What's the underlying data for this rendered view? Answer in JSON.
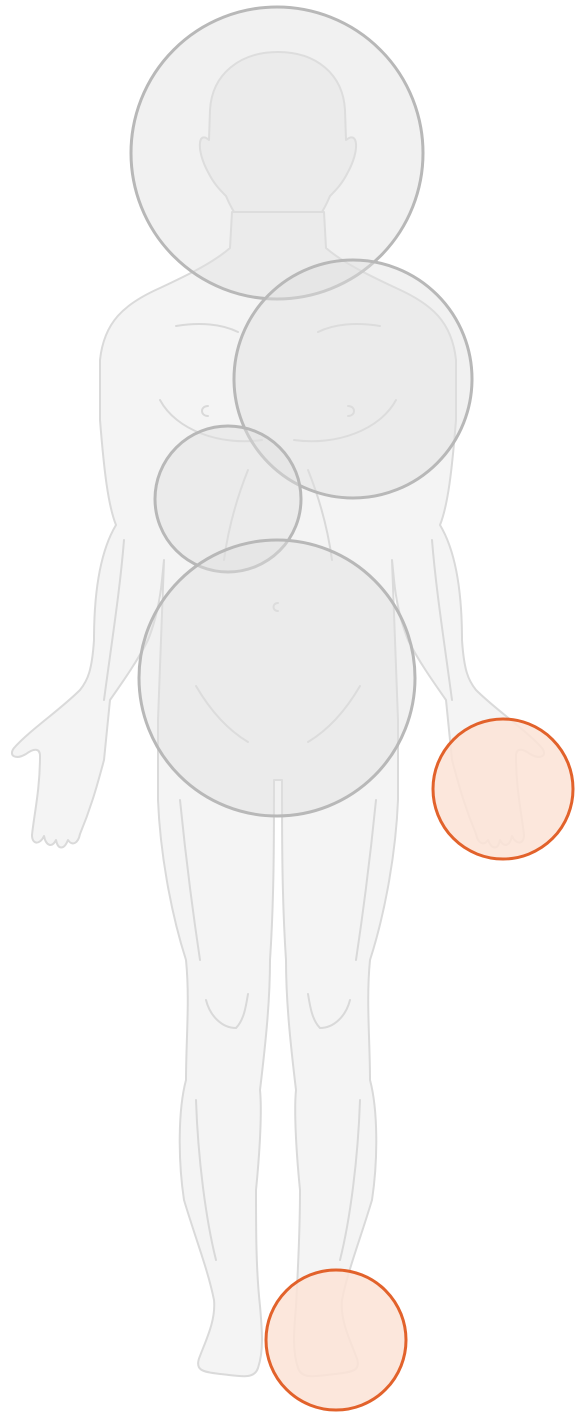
{
  "colors": {
    "background": "#ffffff",
    "silhouette_fill": "#f4f4f4",
    "silhouette_stroke": "#dadada",
    "region_fill": "#e0e0e0",
    "region_stroke": "#b8b8b8",
    "selected_fill": "#fbe3d6",
    "selected_stroke": "#e2622b"
  },
  "regions": [
    {
      "id": "head",
      "selected": false
    },
    {
      "id": "chest",
      "selected": false
    },
    {
      "id": "upper-abdomen",
      "selected": false
    },
    {
      "id": "lower-abdomen",
      "selected": false
    },
    {
      "id": "left-hand",
      "selected": true
    },
    {
      "id": "left-foot",
      "selected": true
    }
  ]
}
